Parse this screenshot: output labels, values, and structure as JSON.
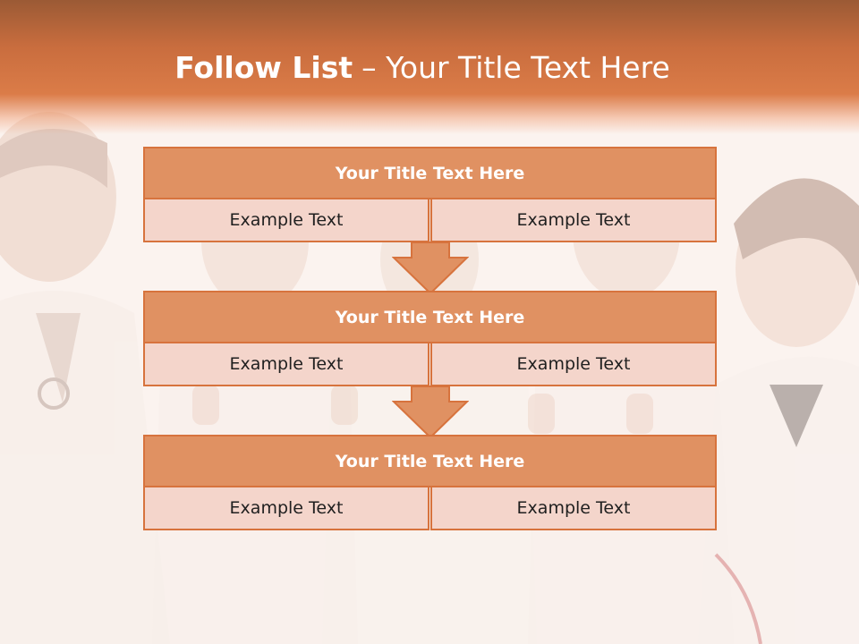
{
  "slide": {
    "title_bold": "Follow List",
    "title_rest": "– Your Title Text Here"
  },
  "flow": [
    {
      "title": "Your Title Text Here",
      "left": "Example Text",
      "right": "Example Text"
    },
    {
      "title": "Your Title Text Here",
      "left": "Example Text",
      "right": "Example Text"
    },
    {
      "title": "Your Title Text Here",
      "left": "Example Text",
      "right": "Example Text"
    }
  ],
  "colors": {
    "header": "#db7c48",
    "block_title": "#e09162",
    "block_border": "#d7733d",
    "cell_fill": "#f4d5cb",
    "background": "#fbf3ef"
  },
  "icons": [
    "down-arrow-icon"
  ]
}
